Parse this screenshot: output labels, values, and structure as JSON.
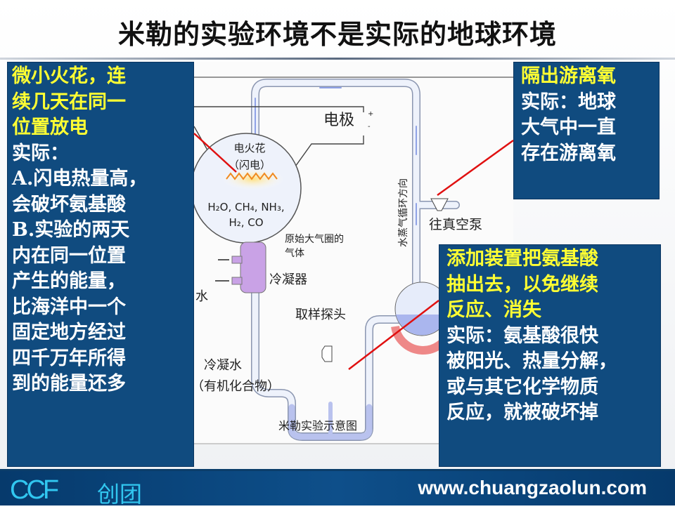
{
  "title": "米勒的实验环境不是实际的地球环境",
  "left_box": {
    "lines": [
      "微小火花，连",
      "续几天在同一",
      "位置放电",
      "实际：",
      "A.闪电热量高，",
      "会破坏氨基酸",
      "B.实验的两天",
      "内在同一位置",
      "产生的能量，",
      "比海洋中一个",
      "固定地方经过",
      "四千万年所得",
      "到的能量还多"
    ]
  },
  "right_top_box": {
    "lines": [
      "隔出游离氧",
      "实际：地球",
      "大气中一直",
      "存在游离氧"
    ]
  },
  "right_bottom_box": {
    "lines": [
      "添加装置把氨基酸",
      "抽出去，以免继续",
      "反应、消失",
      "实际：氨基酸很快",
      "被阳光、热量分解，",
      "或与其它化学物质",
      "反应，就被破坏掉"
    ]
  },
  "diagram": {
    "electrode": "电极",
    "plus": "+",
    "minus": "-",
    "spark": "电火花",
    "lightning": "（闪电）",
    "gas_formula_1": "H₂O, CH₄, NH₃,",
    "gas_formula_2": "H₂, CO",
    "atmosphere_1": "原始大气圈的",
    "atmosphere_2": "气体",
    "condenser": "冷凝器",
    "water": "水",
    "sampling_probe": "取样探头",
    "condensed_water": "冷凝水",
    "organic": "（有机化合物）",
    "vapor_direction": "水蒸气循环方向",
    "vacuum_pump": "往真空泵",
    "caption": "米勒实验示意图"
  },
  "footer": {
    "logo": "CCF",
    "logo_cn": "创团",
    "url": "www.chuangzaolun.com"
  },
  "colors": {
    "box_bg": "#104b7f",
    "highlight": "#ffff33",
    "pointer": "#e01010"
  }
}
